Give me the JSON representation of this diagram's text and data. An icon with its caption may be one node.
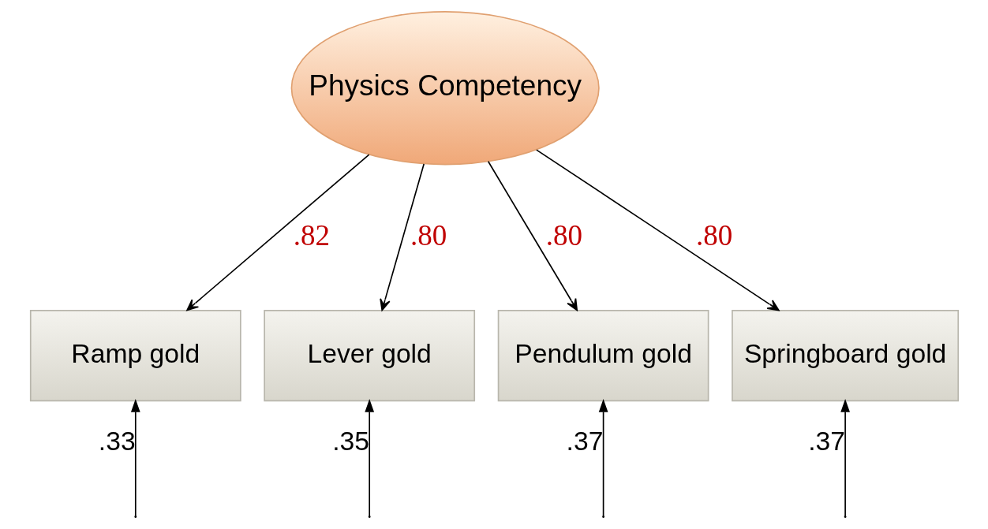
{
  "diagram": {
    "nodes": [
      {
        "text": [
          "Physics Competency"
        ]
      },
      {
        "text": [
          "Ramp gold"
        ]
      },
      {
        "text": [
          "Lever gold"
        ]
      },
      {
        "text": [
          "Pendulum gold"
        ]
      },
      {
        "text": [
          "Springboard gold"
        ]
      }
    ],
    "edges": [
      {
        "from": 0,
        "to": 1,
        "arrow": "to",
        "label": ".82"
      },
      {
        "from": 0,
        "to": 2,
        "arrow": "to",
        "label": ".80"
      },
      {
        "from": 0,
        "to": 3,
        "arrow": "to",
        "label": ".80"
      },
      {
        "from": 0,
        "to": 4,
        "arrow": "to",
        "label": ".80"
      },
      {
        "from": null,
        "to": 1,
        "arrow": "to",
        "label": ".33"
      },
      {
        "from": null,
        "to": 2,
        "arrow": "to",
        "label": ".35"
      },
      {
        "from": null,
        "to": 3,
        "arrow": "to",
        "label": ".37"
      },
      {
        "from": null,
        "to": 4,
        "arrow": "to",
        "label": ".37"
      }
    ]
  }
}
